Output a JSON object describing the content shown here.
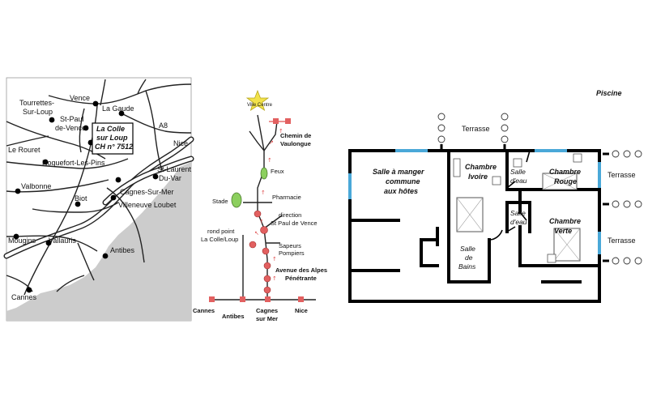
{
  "regional_map": {
    "towns": {
      "tourrettes": [
        "Tourrettes-",
        "Sur-Loup"
      ],
      "vence": "Vence",
      "la_gaude": "La Gaude",
      "st_paul": [
        "St-Paul",
        "de-Vence"
      ],
      "le_rouret": "Le Rouret",
      "roquefort": "Roquefort-Les-Pins",
      "valbonne": "Valbonne",
      "biot": "Biot",
      "mougins": "Mougins",
      "vallauris": "Vallauris",
      "antibes": "Antibes",
      "cannes": "Cannes",
      "cagnes": "Cagnes-Sur-Mer",
      "villeneuve": "Villeneuve Loubet",
      "st_laurent": [
        "St-Laurent",
        "Du-Var"
      ],
      "nice": "Nice",
      "a8": "A8"
    },
    "highlight_box": [
      "La Colle",
      "sur Loup",
      "CH n° 7512"
    ],
    "sea_color": "#cccccc"
  },
  "route_map": {
    "star_label": "Ville Centre",
    "labels": {
      "chemin": [
        "Chemin de",
        "Vaulongue"
      ],
      "feux": "Feux",
      "stade": "Stade",
      "pharmacie": "Pharmacie",
      "direction": [
        "direction",
        "St Paul de Vence"
      ],
      "rond_point": [
        "rond point",
        "La Colle/Loup"
      ],
      "sapeurs": [
        "Sapeurs",
        "Pompiers"
      ],
      "avenue": [
        "Avenue des Alpes",
        "Pénétrante"
      ],
      "cannes": "Cannes",
      "antibes": "Antibes",
      "cagnes": [
        "Cagnes",
        "sur Mer"
      ],
      "nice": "Nice"
    },
    "colors": {
      "roundabout": "#e26060",
      "arrow": "#e05050",
      "feux": "#8ccf5e",
      "stade": "#8ccf5e",
      "star": "#f2e24a"
    }
  },
  "floor_plan": {
    "piscine": "Piscine",
    "terrasse_top": "Terrasse",
    "terrasse_right_1": "Terrasse",
    "terrasse_right_2": "Terrasse",
    "salle_manger": [
      "Salle à manger",
      "commune",
      "aux hôtes"
    ],
    "chambre_ivoire": [
      "Chambre",
      "Ivoire"
    ],
    "salle_eau_1": [
      "Salle",
      "d'eau"
    ],
    "chambre_rouge": [
      "Chambre",
      "Rouge"
    ],
    "salle_eau_2": [
      "Salle",
      "d'eau"
    ],
    "chambre_verte": [
      "Chambre",
      "Verte"
    ],
    "salle_bains": [
      "Salle",
      "de",
      "Bains"
    ],
    "window_color": "#4aa8d8"
  }
}
